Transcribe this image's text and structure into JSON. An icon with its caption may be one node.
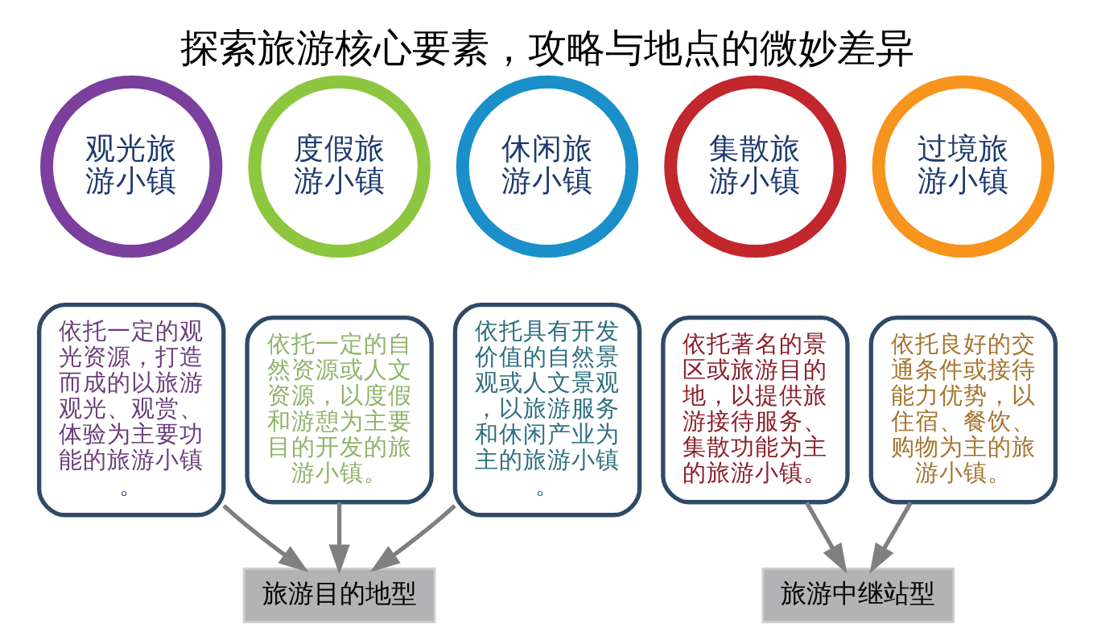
{
  "diagram": {
    "title": "探索旅游核心要素，攻略与地点的微妙差异",
    "nodes": [
      {
        "text": [
          "观光旅游小镇"
        ]
      },
      {
        "text": [
          "度假旅游小镇"
        ]
      },
      {
        "text": [
          "休闲旅游小镇"
        ]
      },
      {
        "text": [
          "集散旅游小镇"
        ]
      },
      {
        "text": [
          "过境旅游小镇"
        ]
      },
      {
        "text": [
          "依托一定的观光资源，打造而成的以旅游观光、观赏、体验为主要功能的旅游小镇。"
        ]
      },
      {
        "text": [
          "依托一定的自然资源或人文资源，以度假和游憩为主要目的开发的旅游小镇。"
        ]
      },
      {
        "text": [
          "依托具有开发价值的自然景观或人文景观，以旅游服务和休闲产业为主的旅游小镇。"
        ]
      },
      {
        "text": [
          "依托著名的景区或旅游目的地，以提供旅游接待服务、集散功能为主的旅游小镇。"
        ]
      },
      {
        "text": [
          "依托良好的交通条件或接待能力优势，以住宿、餐饮、购物为主的旅游小镇。"
        ]
      },
      {
        "text": [
          "旅游目的地型"
        ]
      },
      {
        "text": [
          "旅游中继站型"
        ]
      }
    ],
    "edges": [
      {
        "from": 5,
        "to": 10,
        "arrow": "to"
      },
      {
        "from": 6,
        "to": 10,
        "arrow": "to"
      },
      {
        "from": 7,
        "to": 10,
        "arrow": "to"
      },
      {
        "from": 8,
        "to": 11,
        "arrow": "to"
      },
      {
        "from": 9,
        "to": 11,
        "arrow": "to"
      }
    ]
  }
}
